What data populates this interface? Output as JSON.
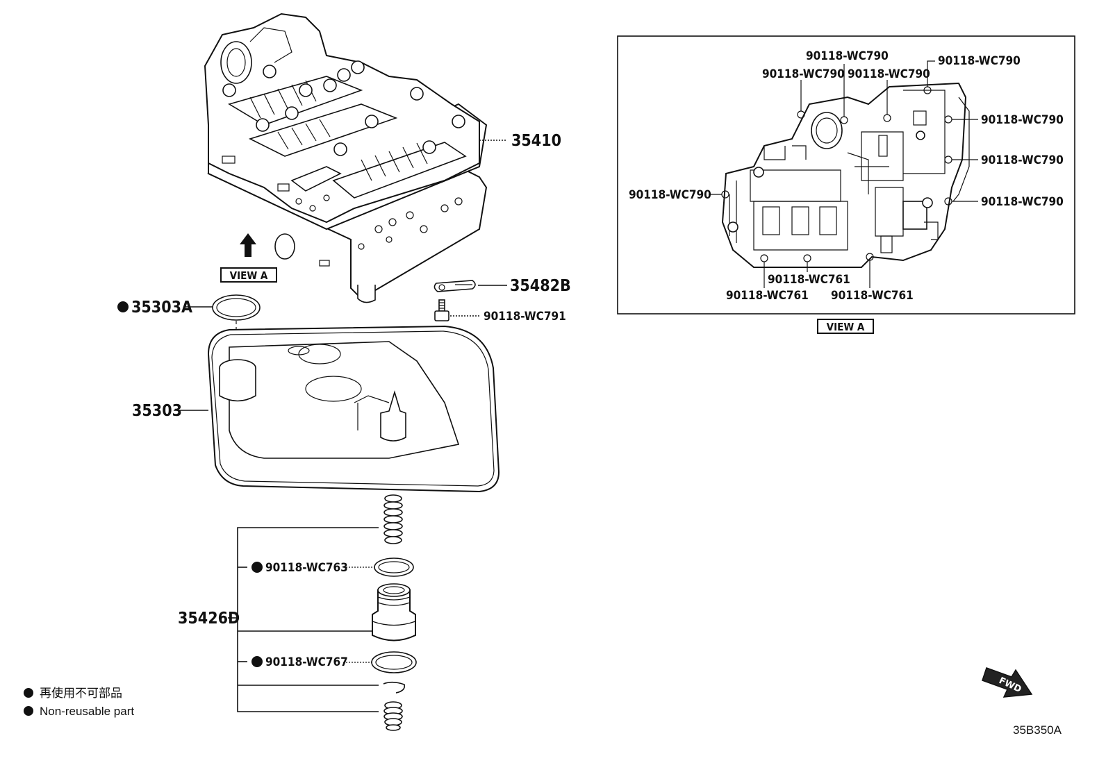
{
  "parts": {
    "valve_body": "35410",
    "clamp": "35482B",
    "oring_strainer": "35303A",
    "bolt_clamp": "90118-WC791",
    "strainer": "35303",
    "accumulator": "35426D",
    "oring_a": "90118-WC763",
    "oring_b": "90118-WC767"
  },
  "view_a_label": "VIEW A",
  "view_a_callouts": {
    "top_center": "90118-WC790",
    "top_left": "90118-WC790",
    "top_mid": "90118-WC790",
    "top_right": "90118-WC790",
    "right_1": "90118-WC790",
    "right_2": "90118-WC790",
    "right_3": "90118-WC790",
    "left": "90118-WC790",
    "bottom_center": "90118-WC761",
    "bottom_left": "90118-WC761",
    "bottom_right": "90118-WC761"
  },
  "legend": {
    "jp": "再使用不可部品",
    "en": "Non-reusable part"
  },
  "fwd_label": "FWD",
  "diagram_code": "35B350A"
}
